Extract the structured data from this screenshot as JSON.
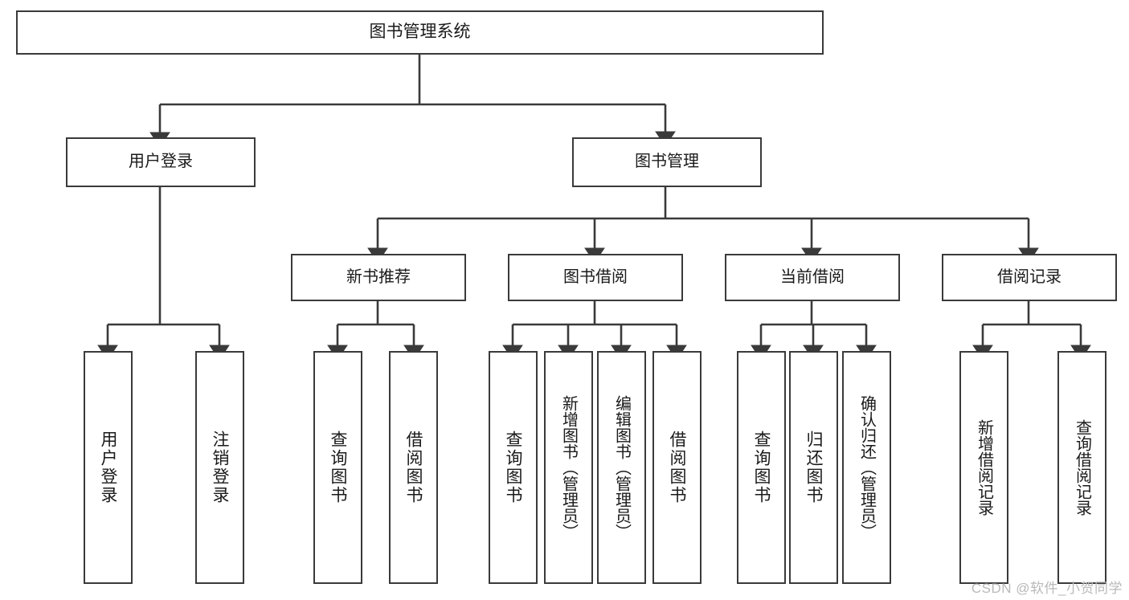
{
  "diagram": {
    "title": "图书管理系统",
    "watermark": "CSDN @软件_小贺同学",
    "colors": {
      "border": "#3a3a3a",
      "background": "#ffffff",
      "text": "#1a1a1a",
      "watermark": "#b9b9b9"
    },
    "root": {
      "label": "图书管理系统"
    },
    "level2": [
      {
        "label": "用户登录"
      },
      {
        "label": "图书管理"
      }
    ],
    "level3": [
      {
        "label": "新书推荐"
      },
      {
        "label": "图书借阅"
      },
      {
        "label": "当前借阅"
      },
      {
        "label": "借阅记录"
      }
    ],
    "leaves": {
      "user_login": [
        {
          "label": "用户登录"
        },
        {
          "label": "注销登录"
        }
      ],
      "new_book_recommend": [
        {
          "label": "查询图书"
        },
        {
          "label": "借阅图书"
        }
      ],
      "book_borrow": [
        {
          "label": "查询图书"
        },
        {
          "label": "新增图书（管理员）"
        },
        {
          "label": "编辑图书（管理员）"
        },
        {
          "label": "借阅图书"
        }
      ],
      "current_borrow": [
        {
          "label": "查询图书"
        },
        {
          "label": "归还图书"
        },
        {
          "label": "确认归还（管理员）"
        }
      ],
      "borrow_record": [
        {
          "label": "新增借阅记录"
        },
        {
          "label": "查询借阅记录"
        }
      ]
    }
  }
}
